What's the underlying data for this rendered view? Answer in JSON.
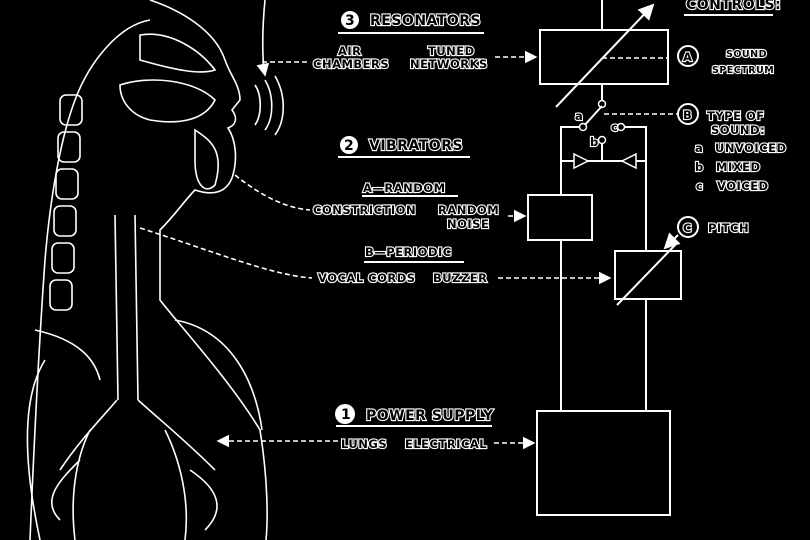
{
  "title": "CONTROLS:",
  "sections": {
    "resonators": {
      "number": "3",
      "heading": "RESONATORS",
      "human": [
        "AIR",
        "CHAMBERS"
      ],
      "machine": [
        "TUNED",
        "NETWORKS"
      ]
    },
    "vibrators": {
      "number": "2",
      "heading": "VIBRATORS",
      "random": {
        "heading": "A—RANDOM",
        "human": "CONSTRICTION",
        "machine": [
          "RANDOM",
          "NOISE"
        ]
      },
      "periodic": {
        "heading": "B—PERIODIC",
        "human": "VOCAL CORDS",
        "machine": "BUZZER"
      }
    },
    "power": {
      "number": "1",
      "heading": "POWER SUPPLY",
      "human": "LUNGS",
      "machine": "ELECTRICAL"
    }
  },
  "controls": {
    "a": {
      "letter": "A",
      "label": [
        "SOUND",
        "SPECTRUM"
      ]
    },
    "b": {
      "letter": "B",
      "label": [
        "TYPE OF",
        "SOUND:"
      ],
      "options": [
        {
          "key": "a",
          "label": "UNVOICED"
        },
        {
          "key": "b",
          "label": "MIXED"
        },
        {
          "key": "c",
          "label": "VOICED"
        }
      ]
    },
    "c": {
      "letter": "C",
      "label": "PITCH"
    }
  },
  "switch_labels": {
    "a": "a",
    "b": "b",
    "c": "c"
  }
}
